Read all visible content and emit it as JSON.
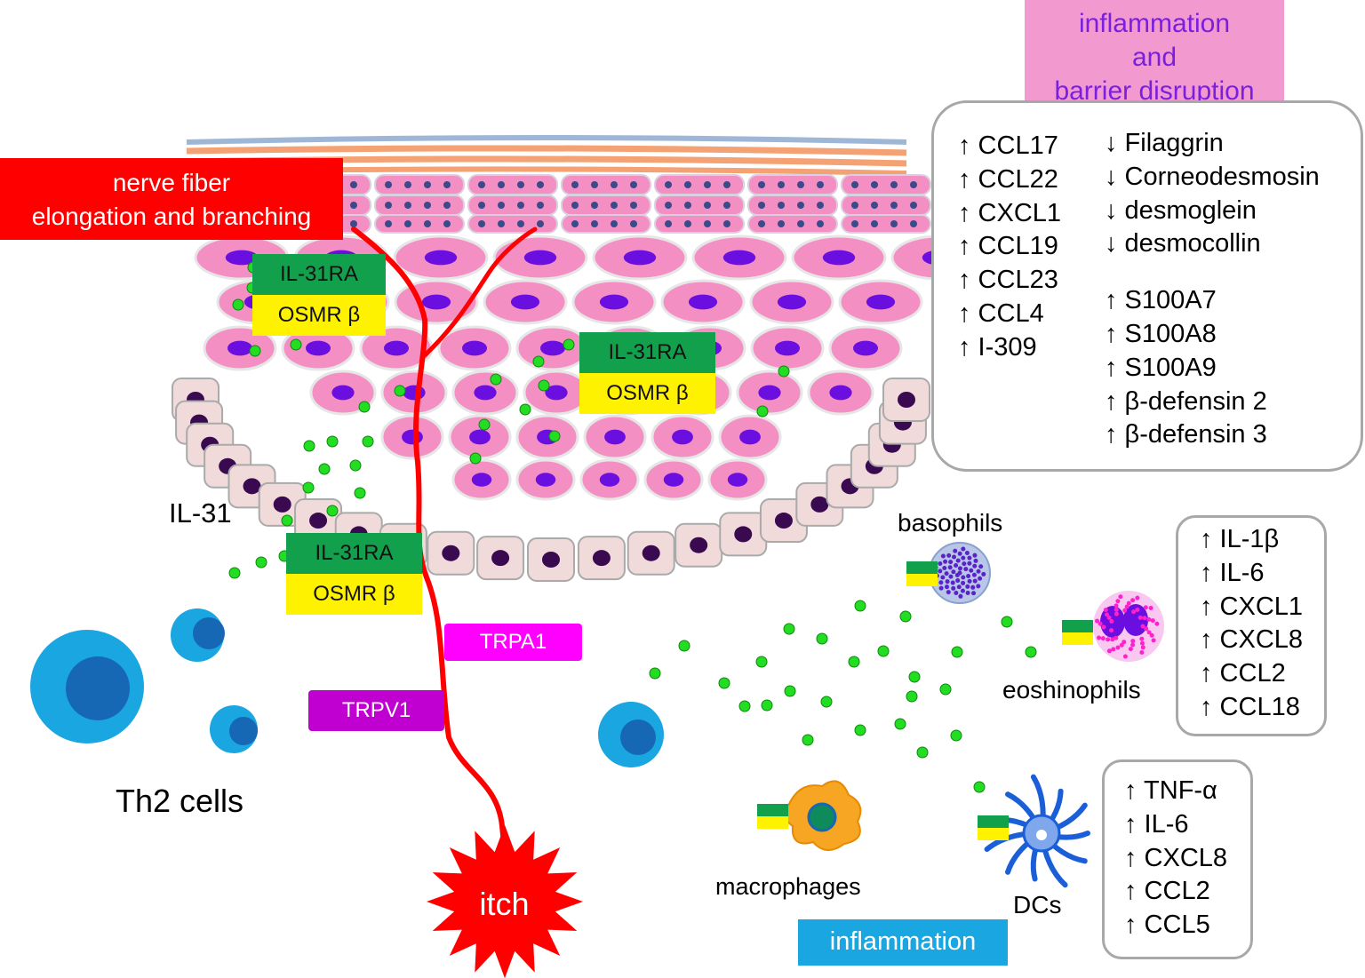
{
  "title_box": {
    "lines": [
      "inflammation",
      "and",
      "barrier disruption"
    ],
    "bg": "#f29ad0",
    "text_color": "#7a1fe0"
  },
  "nerve_label": {
    "lines": [
      "nerve fiber",
      "elongation and branching"
    ],
    "bg": "#ff0000"
  },
  "keratinocyte_receptors": [
    {
      "receptor_a": "IL-31RA",
      "receptor_b": "OSMR β"
    },
    {
      "receptor_a": "IL-31RA",
      "receptor_b": "OSMR β"
    }
  ],
  "il31_label": "IL-31",
  "nerve_receptor": {
    "receptor_a": "IL-31RA",
    "receptor_b": "OSMR β"
  },
  "channels": {
    "trpa1": "TRPA1",
    "trpv1": "TRPV1",
    "trpa1_color": "#ff00ff",
    "trpv1_color": "#c000d0"
  },
  "itch_label": "itch",
  "th2_label": "Th2 cells",
  "barrier_box": {
    "up": [
      "↑ CCL17",
      "↑ CCL22",
      "↑ CXCL1",
      "↑ CCL19",
      "↑ CCL23",
      "↑ CCL4",
      "↑ I-309"
    ],
    "down": [
      "↓ Filaggrin",
      "↓ Corneodesmosin",
      "↓ desmoglein",
      "↓ desmocollin"
    ],
    "up2": [
      "↑ S100A7",
      "↑ S100A8",
      "↑ S100A9",
      "↑ β-defensin 2",
      "↑ β-defensin 3"
    ]
  },
  "cells": {
    "basophils": "basophils",
    "eosinophils": "eoshinophils",
    "macrophages": "macrophages",
    "dcs": "DCs"
  },
  "eosinophil_box": [
    "↑ IL-1β",
    "↑ IL-6",
    "↑ CXCL1",
    "↑ CXCL8",
    "↑ CCL2",
    "↑ CCL18"
  ],
  "dc_box": [
    "↑ TNF-α",
    "↑ IL-6",
    "↑ CXCL8",
    "↑ CCL2",
    "↑ CCL5"
  ],
  "inflammation_label": {
    "text": "inflammation",
    "bg": "#1aa6e0"
  },
  "colors": {
    "nerve": "#ff0000",
    "il31_dot": "#22dd22",
    "th2_cell": "#1aa6e0",
    "keratinocyte": "#f48fc4",
    "nucleus": "#6a0fe0",
    "basal_cell": "#f0dada"
  }
}
